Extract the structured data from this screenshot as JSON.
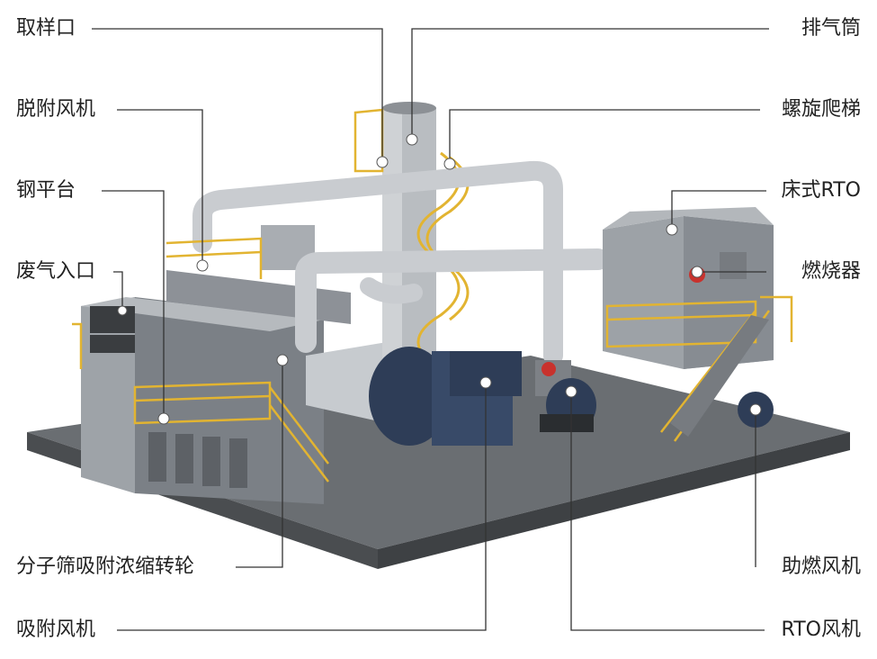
{
  "labels": {
    "sampling_port": "取样口",
    "desorption_fan": "脱附风机",
    "steel_platform": "钢平台",
    "waste_gas_inlet": "废气入口",
    "zeolite_rotor": "分子筛吸附浓缩转轮",
    "adsorption_fan": "吸附风机",
    "exhaust_stack": "排气筒",
    "spiral_ladder": "螺旋爬梯",
    "bed_rto": "床式RTO",
    "burner": "燃烧器",
    "combustion_fan": "助燃风机",
    "rto_fan": "RTO风机"
  },
  "colors": {
    "accent_yellow": "#e2b431",
    "fan_blue": "#2e3d57",
    "steel_grey": "#8a8f95",
    "base_grey": "#5e6266",
    "leader_line": "#333333",
    "burner_red": "#c8322d"
  }
}
